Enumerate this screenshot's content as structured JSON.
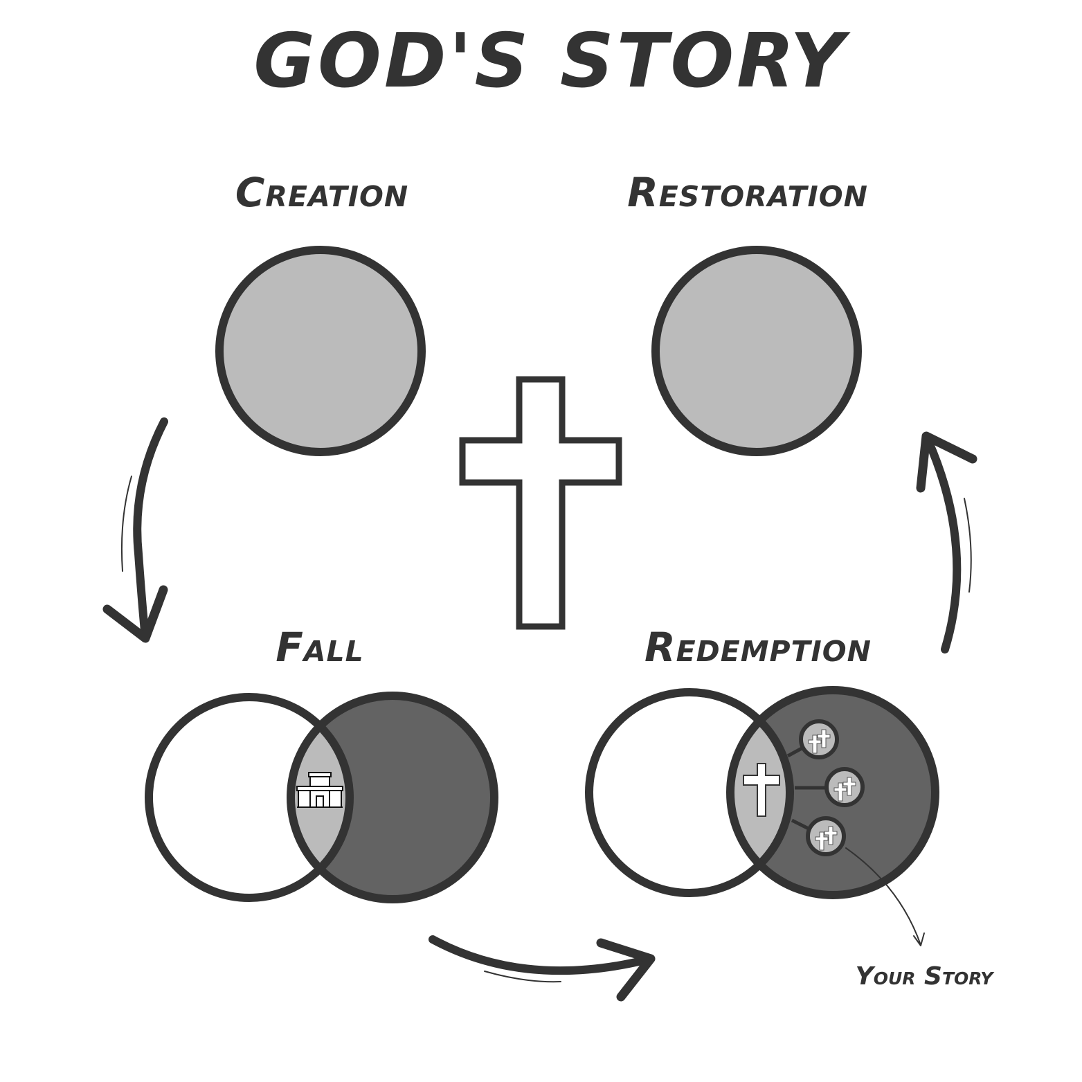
{
  "title": "GOD'S STORY",
  "stages": {
    "creation": "Creation",
    "restoration": "Restoration",
    "fall": "Fall",
    "redemption": "Redemption"
  },
  "annotation": "Your Story",
  "colors": {
    "ink": "#333333",
    "light": "#bbbbbb",
    "dark": "#636363",
    "white": "#ffffff"
  }
}
